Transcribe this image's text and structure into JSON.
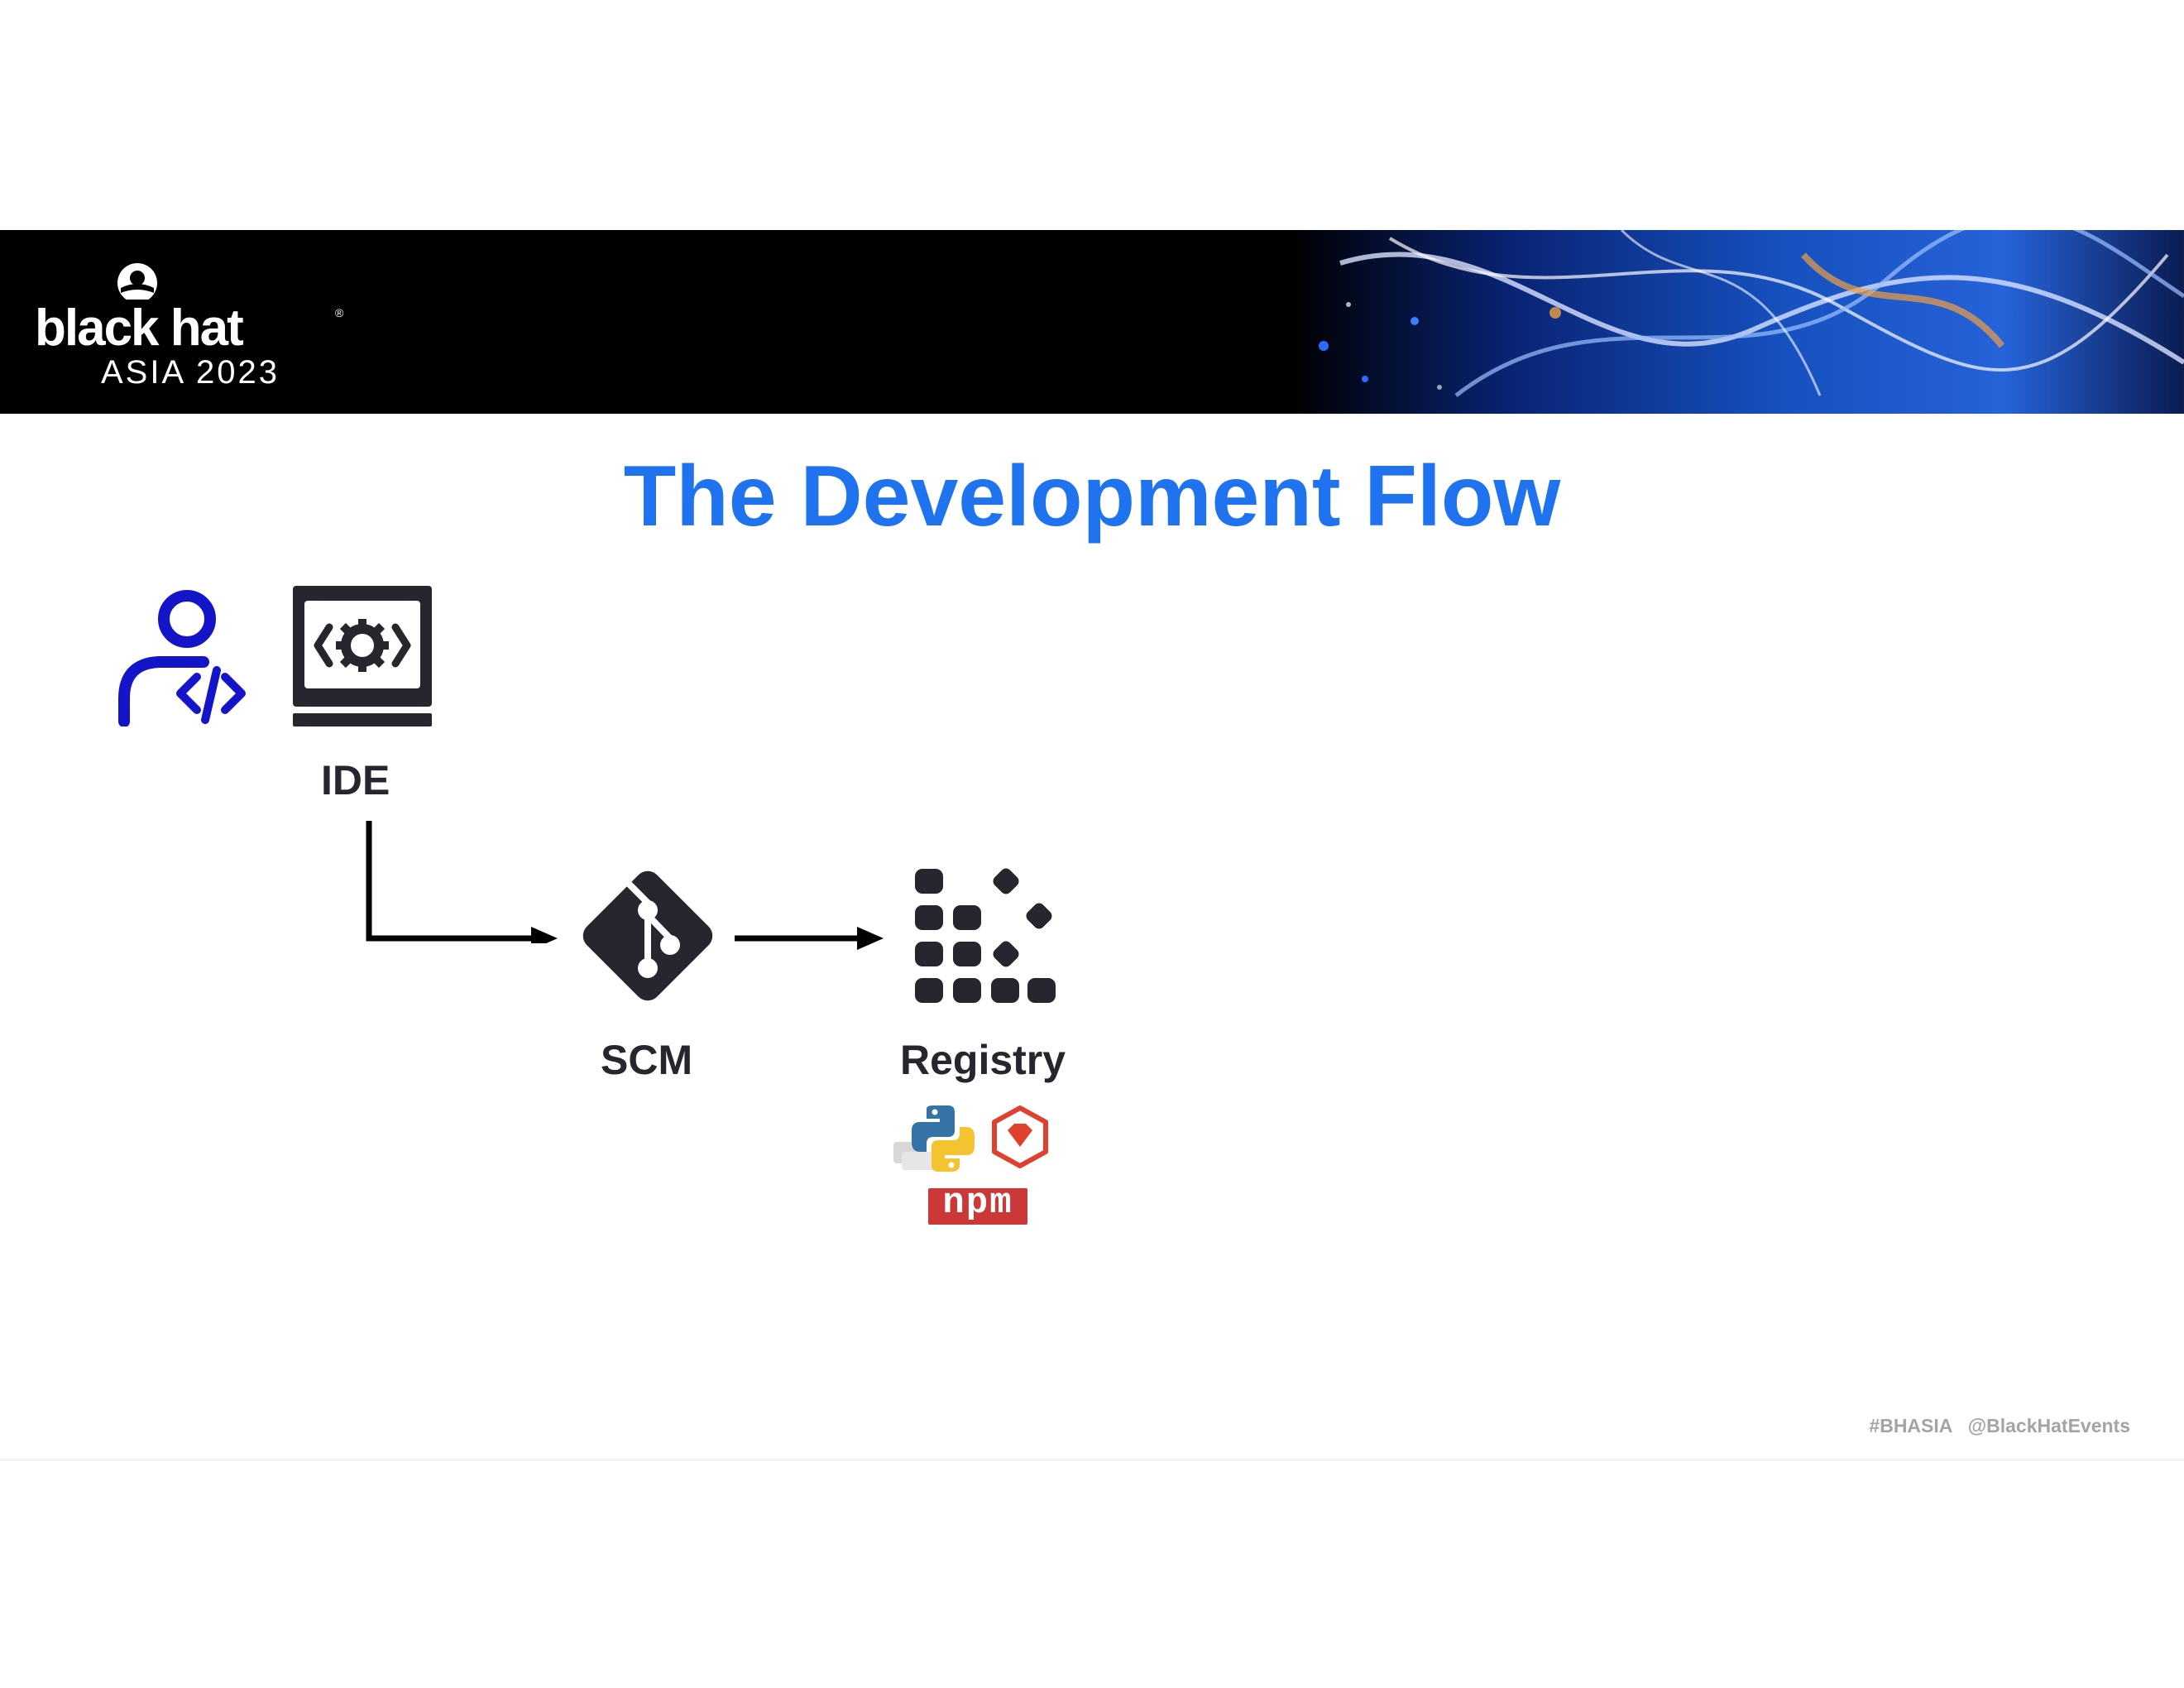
{
  "header": {
    "logo_word": "black hat",
    "logo_sub": "ASIA 2023",
    "logo_reg": "®"
  },
  "title": "The Development Flow",
  "nodes": {
    "ide_label": "IDE",
    "scm_label": "SCM",
    "registry_label": "Registry",
    "npm_text": "npm"
  },
  "footer": {
    "hashtag": "#BHASIA",
    "handle": "@BlackHatEvents"
  },
  "colors": {
    "title": "#1f73ee",
    "developer_icon": "#1414c8",
    "dark_icon": "#26262e",
    "npm_red": "#cb3837",
    "ruby_red": "#e0412e"
  }
}
